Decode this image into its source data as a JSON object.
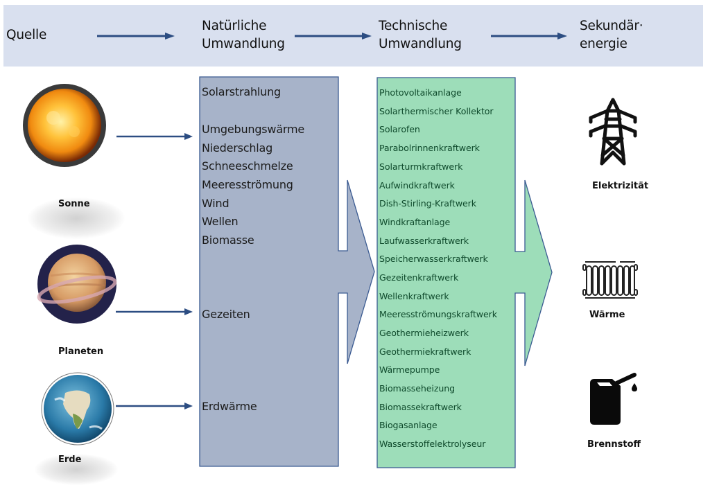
{
  "header": {
    "stages": [
      {
        "line1": "Quelle",
        "line2": ""
      },
      {
        "line1": "Natürliche",
        "line2": "Umwandlung"
      },
      {
        "line1": "Technische",
        "line2": "Umwandlung"
      },
      {
        "line1": "Sekundär·",
        "line2": "energie"
      }
    ]
  },
  "sources": [
    {
      "label": "Sonne",
      "icon": "sun-icon"
    },
    {
      "label": "Planeten",
      "icon": "planet-icon"
    },
    {
      "label": "Erde",
      "icon": "earth-icon"
    }
  ],
  "natural_conversion": {
    "items": [
      "Solarstrahlung",
      "Umgebungswärme",
      "Niederschlag",
      "Schneeschmelze",
      "Meeresströmung",
      "Wind",
      "Wellen",
      "Biomasse",
      "Gezeiten",
      "Erdwärme"
    ],
    "color": "#a7b3c9"
  },
  "technical_conversion": {
    "items": [
      "Photovoltaikanlage",
      "Solarthermischer Kollektor",
      "Solarofen",
      "Parabolrinnenkraftwerk",
      "Solarturmkraftwerk",
      "Aufwindkraftwerk",
      "Dish-Stirling-Kraftwerk",
      "Windkraftanlage",
      "Laufwasserkraftwerk",
      "Speicherwasserkraftwerk",
      "Gezeitenkraftwerk",
      "Wellenkraftwerk",
      "Meeresströmungskraftwerk",
      "Geothermieheizwerk",
      "Geothermiekraftwerk",
      "Wärmepumpe",
      "Biomasseheizung",
      "Biomassekraftwerk",
      "Biogasanlage",
      "Wasserstoffelektrolyseur"
    ],
    "color": "#9dddb9"
  },
  "outputs": [
    {
      "label": "Elektrizität",
      "icon": "power-pylon-icon"
    },
    {
      "label": "Wärme",
      "icon": "radiator-icon"
    },
    {
      "label": "Brennstoff",
      "icon": "fuel-canister-icon"
    }
  ],
  "colors": {
    "header_bg": "#d9e0ef",
    "arrow": "#2c4d82",
    "outline": "#3a5a91"
  }
}
